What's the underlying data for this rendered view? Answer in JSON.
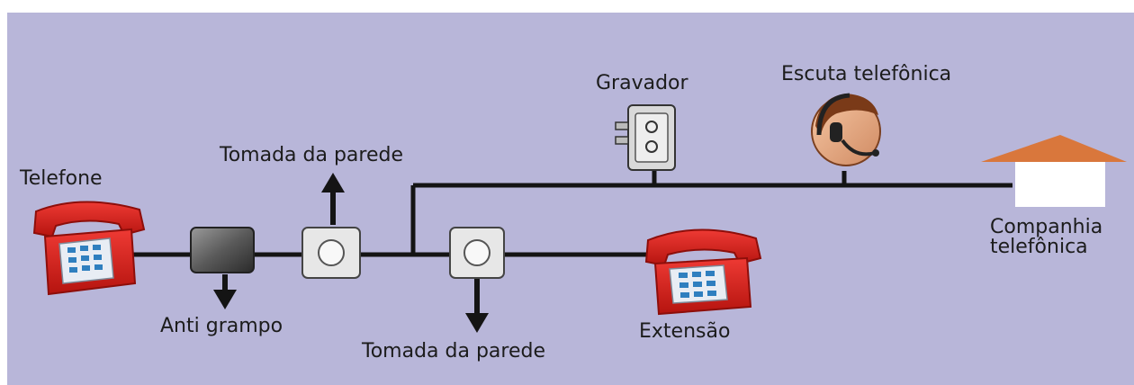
{
  "diagram": {
    "labels": {
      "telefone": "Telefone",
      "tomada_top": "Tomada da parede",
      "gravador": "Gravador",
      "escuta": "Escuta telefônica",
      "anti_grampo": "Anti grampo",
      "tomada_bottom": "Tomada da parede",
      "extensao": "Extensão",
      "companhia_line1": "Companhia",
      "companhia_line2": "telefônica"
    },
    "colors": {
      "background": "#b8b6d9",
      "phone": "#d8221f",
      "line": "#141414",
      "roof": "#d9773c"
    },
    "icons": [
      "telephone-icon",
      "filter-box-icon",
      "wall-socket-icon",
      "recorder-icon",
      "headset-operator-icon",
      "house-icon"
    ]
  }
}
